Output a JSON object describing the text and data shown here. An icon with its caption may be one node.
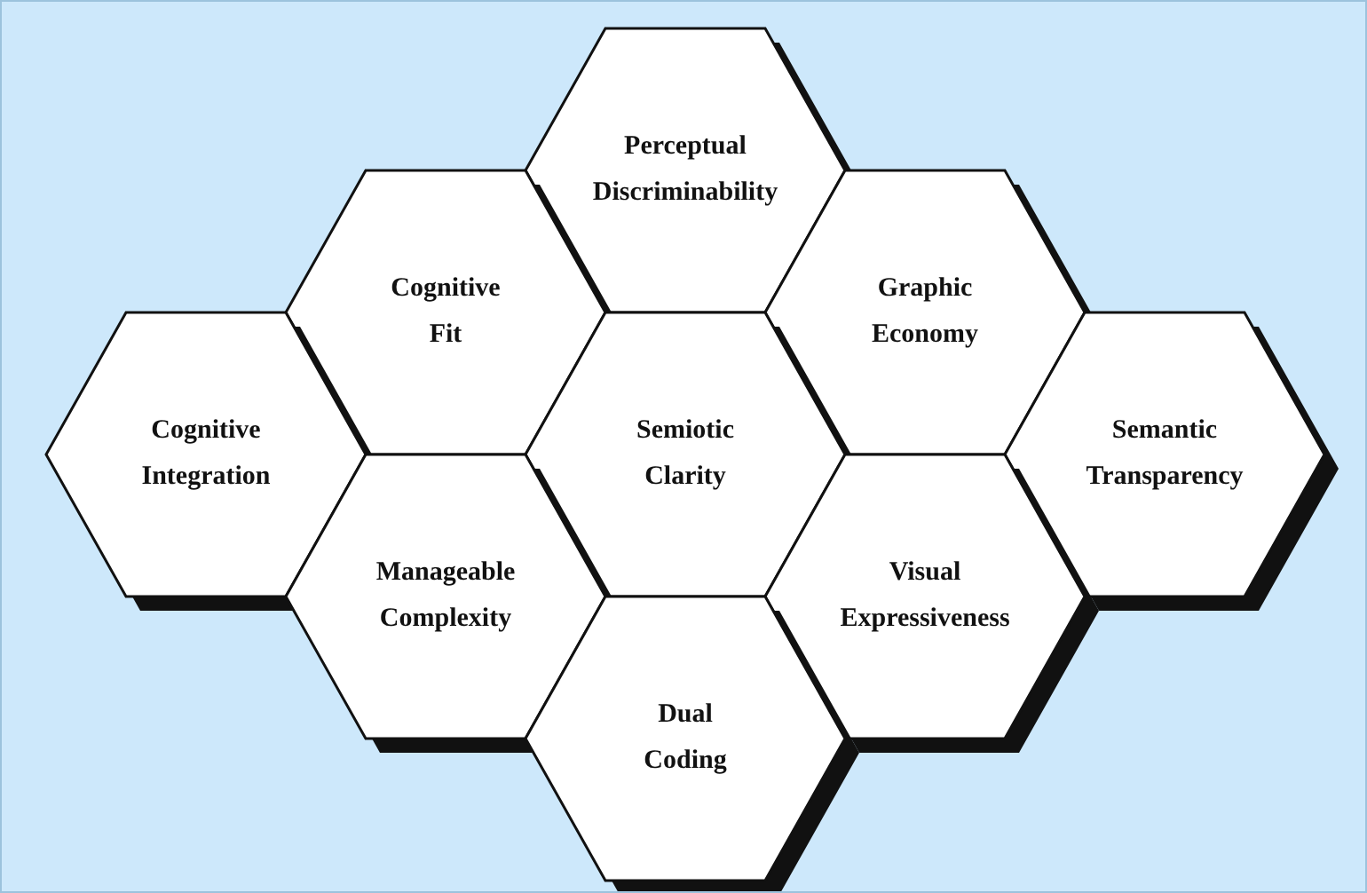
{
  "diagram": {
    "nodes": [
      {
        "text": [
          "Perceptual Discriminability"
        ]
      },
      {
        "text": [
          "Cognitive Fit"
        ]
      },
      {
        "text": [
          "Graphic Economy"
        ]
      },
      {
        "text": [
          "Cognitive Integration"
        ]
      },
      {
        "text": [
          "Semiotic Clarity"
        ]
      },
      {
        "text": [
          "Semantic Transparency"
        ]
      },
      {
        "text": [
          "Manageable Complexity"
        ]
      },
      {
        "text": [
          "Visual Expressiveness"
        ]
      },
      {
        "text": [
          "Dual Coding"
        ]
      }
    ]
  }
}
